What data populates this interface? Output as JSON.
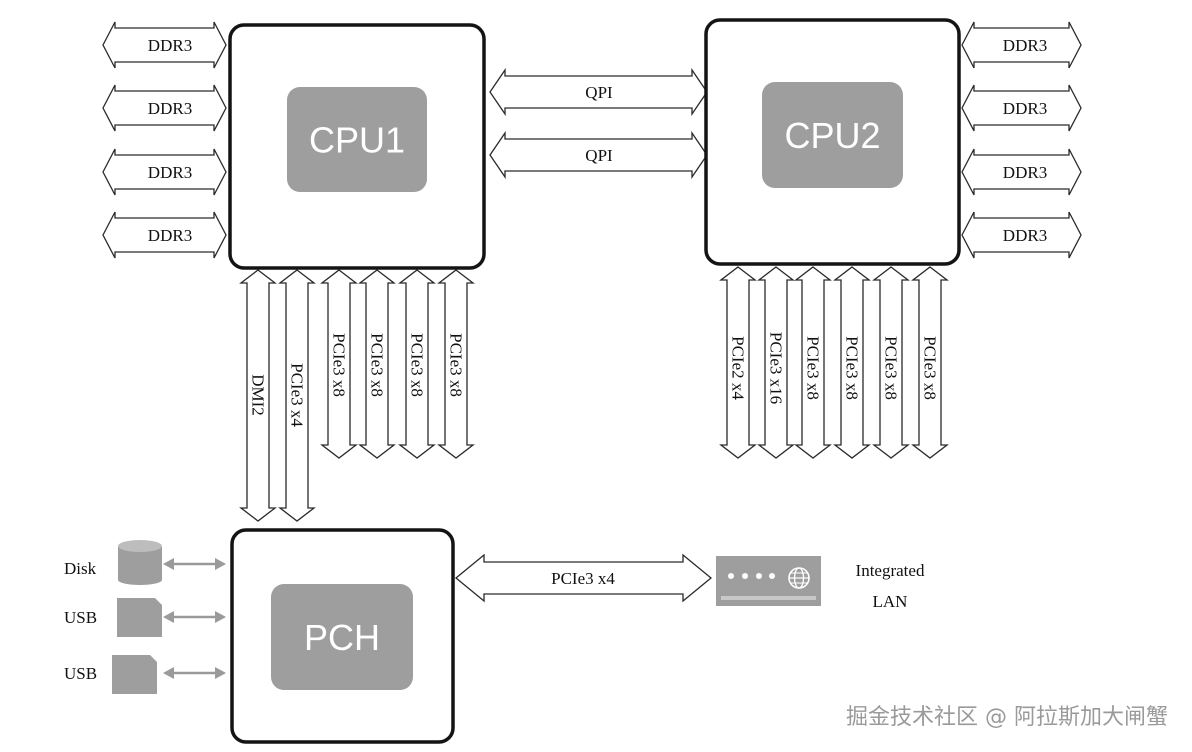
{
  "cpus": [
    {
      "label": "CPU1"
    },
    {
      "label": "CPU2"
    }
  ],
  "pch": {
    "label": "PCH"
  },
  "memory": {
    "cpu1": [
      "DDR3",
      "DDR3",
      "DDR3",
      "DDR3"
    ],
    "cpu2": [
      "DDR3",
      "DDR3",
      "DDR3",
      "DDR3"
    ]
  },
  "interconnect": [
    "QPI",
    "QPI"
  ],
  "cpu1_links": [
    "DMI2",
    "PCIe3 x4",
    "PCIe3 x8",
    "PCIe3 x8",
    "PCIe3 x8",
    "PCIe3 x8"
  ],
  "cpu2_links": [
    "PCIe2 x4",
    "PCIe3 x16",
    "PCIe3 x8",
    "PCIe3 x8",
    "PCIe3 x8",
    "PCIe3 x8"
  ],
  "pch_link": {
    "label": "PCIe3 x4"
  },
  "lan": {
    "line1": "Integrated",
    "line2": "LAN",
    "icon": "network-card-icon"
  },
  "peripherals": [
    {
      "label": "Disk",
      "icon": "disk-icon"
    },
    {
      "label": "USB",
      "icon": "usb-icon"
    },
    {
      "label": "USB",
      "icon": "usb-icon"
    }
  ],
  "watermark": "掘金技术社区 @ 阿拉斯加大闸蟹",
  "colors": {
    "chip": "#9e9e9e",
    "border": "#141414",
    "link": "#9a9a9a"
  }
}
